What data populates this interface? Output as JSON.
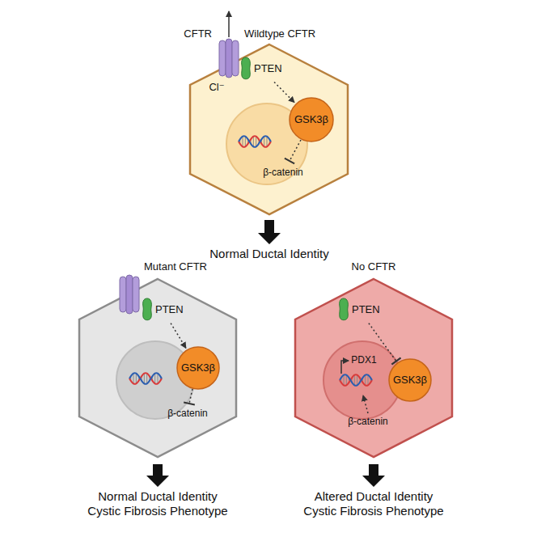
{
  "diagram": {
    "nodes": [
      {
        "text": [
          "PTEN"
        ]
      },
      {
        "text": [
          "GSK3β"
        ]
      },
      {
        "text": [
          "PTEN"
        ]
      },
      {
        "text": [
          "GSK3β"
        ]
      },
      {
        "text": [
          "PTEN"
        ]
      },
      {
        "text": [
          "GSK3β"
        ]
      }
    ],
    "edges": [
      {
        "from": 0,
        "to": 1,
        "arrow": "to"
      },
      {
        "from": 2,
        "to": 3,
        "arrow": "to"
      },
      {
        "from": 4,
        "to": 5,
        "arrow": "to"
      }
    ],
    "labels": [
      "CFTR",
      "Wildtype CFTR",
      "Cl⁻",
      "β-catenin",
      "Normal Ductal Identity",
      "Mutant CFTR",
      "β-catenin",
      "Normal Ductal Identity",
      "Cystic Fibrosis Phenotype",
      "No CFTR",
      "PDX1",
      "β-catenin",
      "Altered Ductal Identity",
      "Cystic Fibrosis Phenotype"
    ]
  }
}
